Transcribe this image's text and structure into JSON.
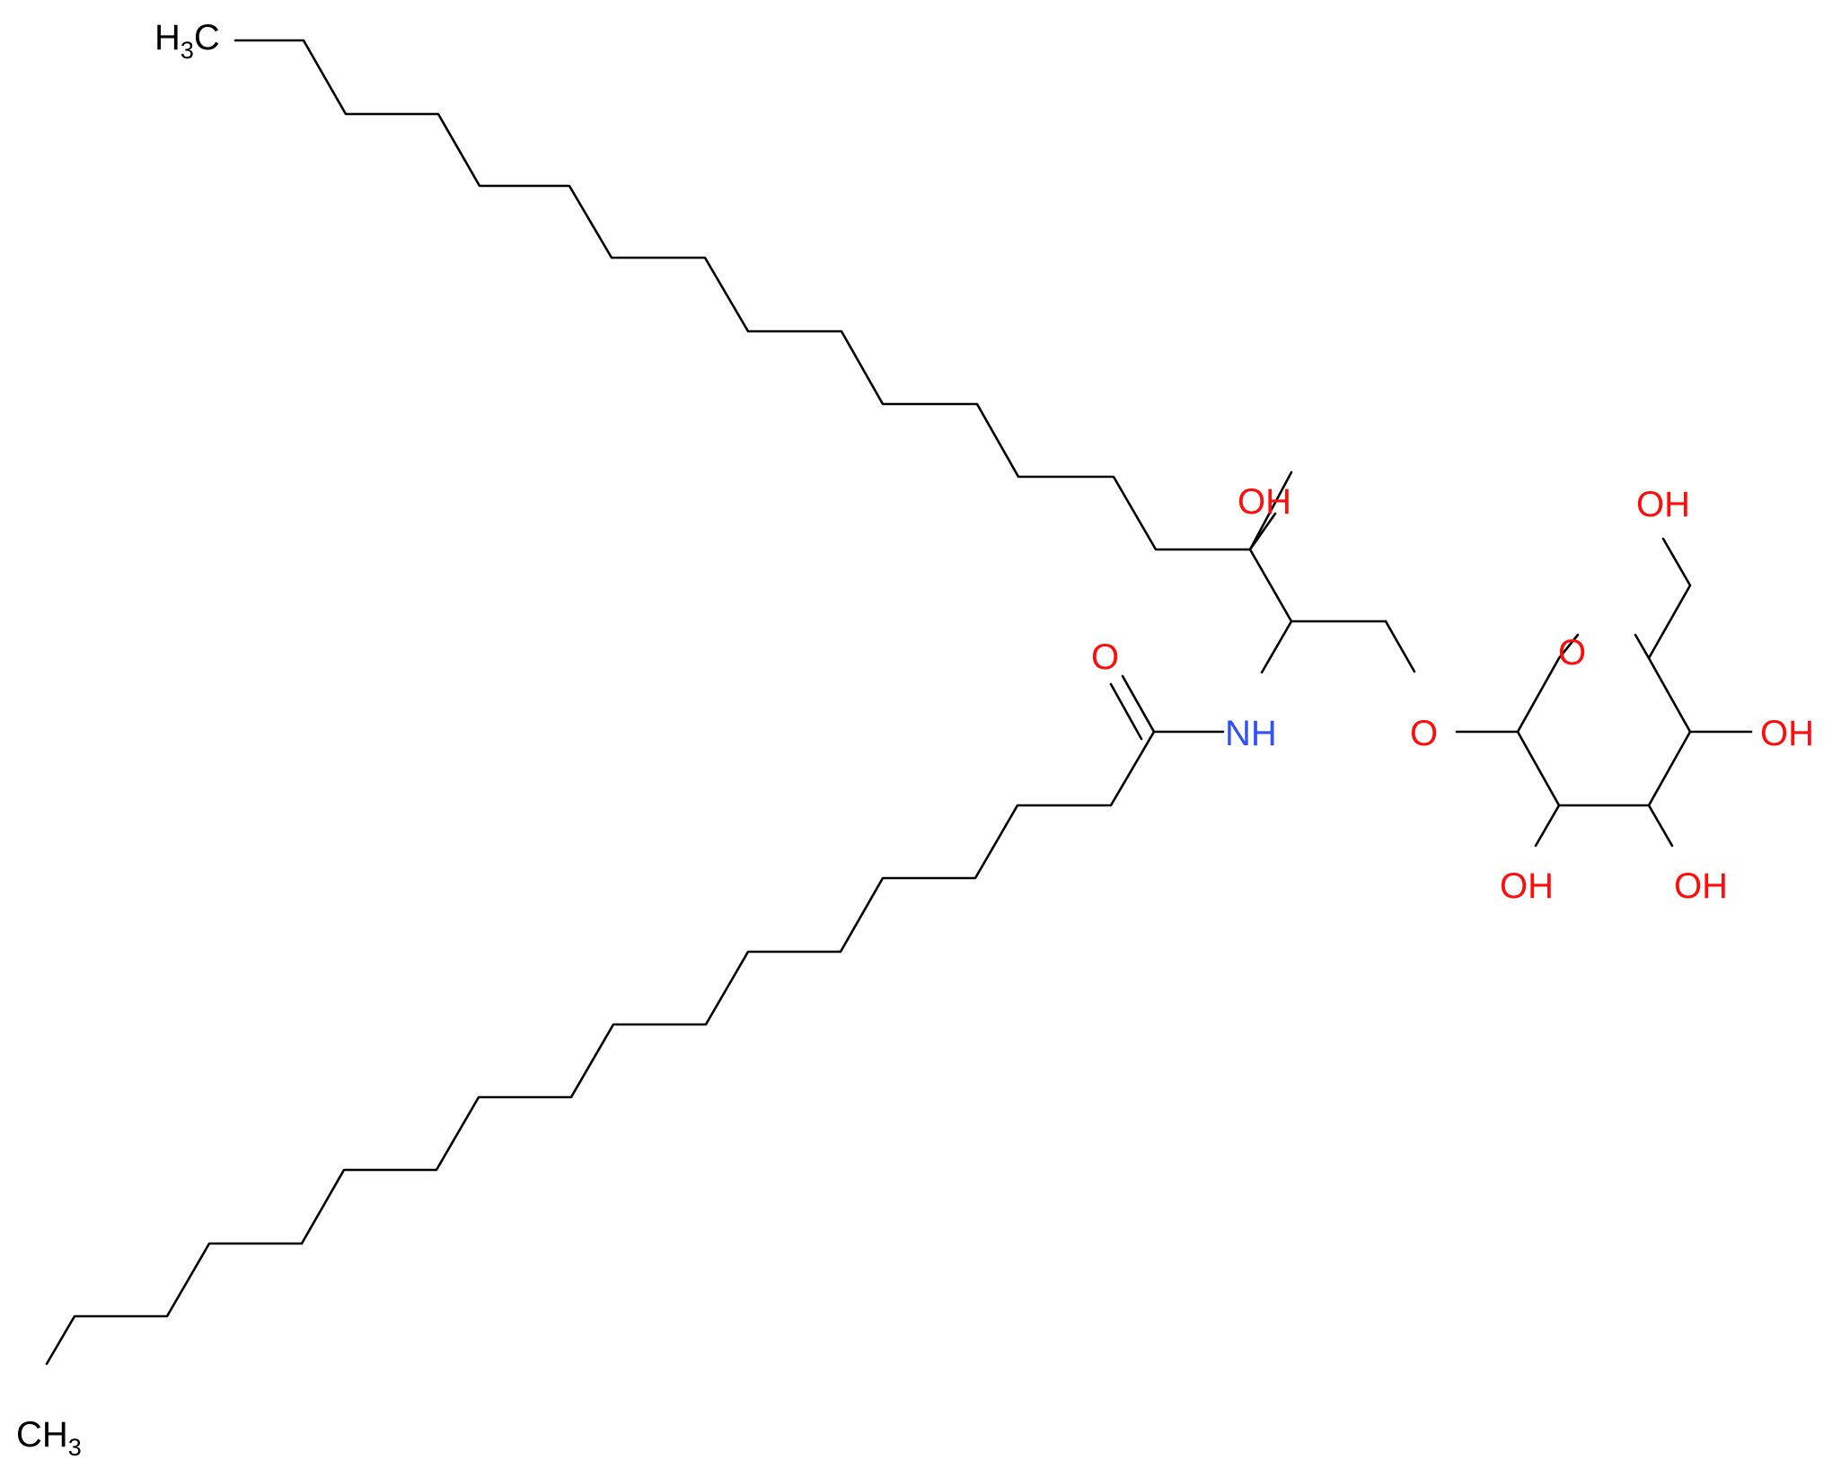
{
  "colors": {
    "bond": "#000000",
    "carbon": "#000000",
    "oxygen": "#ff0d0d",
    "nitrogen": "#3050f8"
  },
  "labels": {
    "top_methyl": {
      "main": "H",
      "sub": "3",
      "tail": "C"
    },
    "bottom_methyl": {
      "main": "CH",
      "sub": "3"
    },
    "hydroxyl_chain": "OH",
    "carbonyl_oxygen": "O",
    "amide_nitrogen": "NH",
    "ether_oxygen": "O",
    "ring_oxygen": "O",
    "hydroxyl_c6": "OH",
    "hydroxyl_c4": "OH",
    "hydroxyl_c3": "OH",
    "hydroxyl_c2": "OH"
  }
}
